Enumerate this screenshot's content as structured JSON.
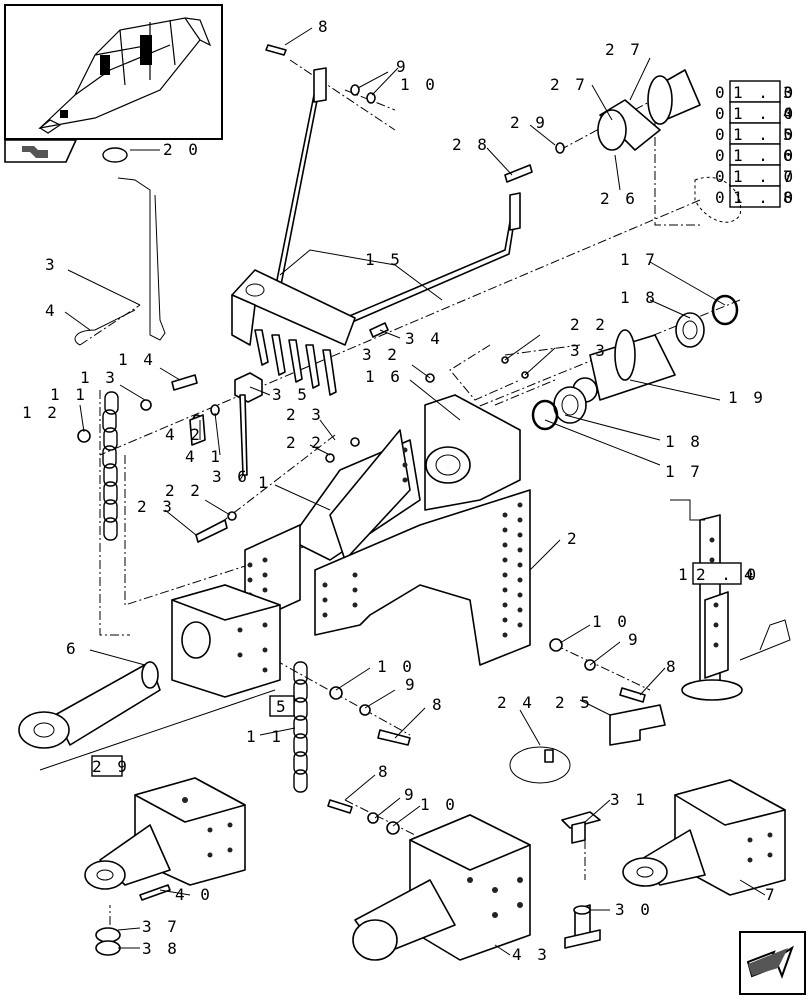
{
  "callouts": {
    "c8_top": "8",
    "c9_top": "9",
    "c10_top": "1 0",
    "c27a": "2 7",
    "c27b": "2 7",
    "c29": "2 9",
    "c28": "2 8",
    "c26": "2 6",
    "c20": "2 0",
    "c15": "1 5",
    "c17a": "1 7",
    "c18a": "1 8",
    "c3": "3",
    "c4": "4",
    "c34": "3 4",
    "c22a": "2 2",
    "c33": "3 3",
    "c32": "3 2",
    "c16": "1 6",
    "c19": "1 9",
    "c14": "1 4",
    "c13": "1 3",
    "c11a": "1 1",
    "c12": "1 2",
    "c35": "3 5",
    "c42": "4 2",
    "c41": "4 1",
    "c36": "3 6",
    "c23a": "2 3",
    "c22b": "2 2",
    "c18b": "1 8",
    "c17b": "1 7",
    "c1": "1",
    "c22c": "2 2",
    "c23b": "2 3",
    "c2": "2",
    "c6": "6",
    "c10a": "1 0",
    "c9a": "9",
    "c8a": "8",
    "c11b": "1 1",
    "c24": "2 4",
    "c25": "2 5",
    "c10b": "1 0",
    "c9b": "9",
    "c8b": "8",
    "c8c": "8",
    "c9c": "9",
    "c10c": "1 0",
    "c31": "3 1",
    "c40": "4 0",
    "c37": "3 7",
    "c38": "3 8",
    "c43": "4 3",
    "c30": "3 0",
    "c7": "7"
  },
  "ref_boxes": {
    "items": [
      {
        "prefix": "0",
        "boxed": "1 . 0",
        "suffix": "3"
      },
      {
        "prefix": "0",
        "boxed": "1 . 0",
        "suffix": "4"
      },
      {
        "prefix": "0",
        "boxed": "1 . 0",
        "suffix": "5"
      },
      {
        "prefix": "0",
        "boxed": "1 . 0",
        "suffix": "6"
      },
      {
        "prefix": "0",
        "boxed": "1 . 0",
        "suffix": "7"
      },
      {
        "prefix": "0",
        "boxed": "1 . 0",
        "suffix": "8"
      }
    ],
    "jack_ref": {
      "prefix": "1",
      "boxed": "2 . 0",
      "suffix": "4"
    },
    "box5": "5",
    "box29": "2 9"
  },
  "icons": [
    "machine-thumbnail",
    "section-indicator-icon",
    "next-page-arrow-icon"
  ]
}
